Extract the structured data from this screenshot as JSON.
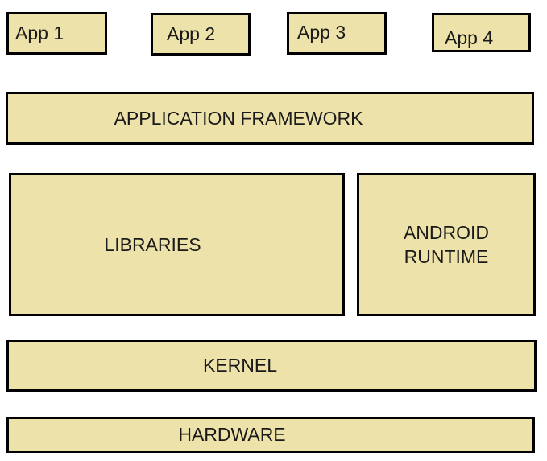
{
  "diagram": {
    "type": "block-diagram",
    "subject": "Android software stack layers",
    "colors": {
      "background": "#ffffff",
      "box_fill": "#ede2a9",
      "box_border": "#000000",
      "text": "#1a1a1a"
    },
    "apps": [
      {
        "label": "App 1"
      },
      {
        "label": "App 2"
      },
      {
        "label": "App 3"
      },
      {
        "label": "App 4"
      }
    ],
    "layers": {
      "application_framework": "APPLICATION FRAMEWORK",
      "libraries": "LIBRARIES",
      "android_runtime": "ANDROID RUNTIME",
      "kernel": "KERNEL",
      "hardware": "HARDWARE"
    }
  }
}
